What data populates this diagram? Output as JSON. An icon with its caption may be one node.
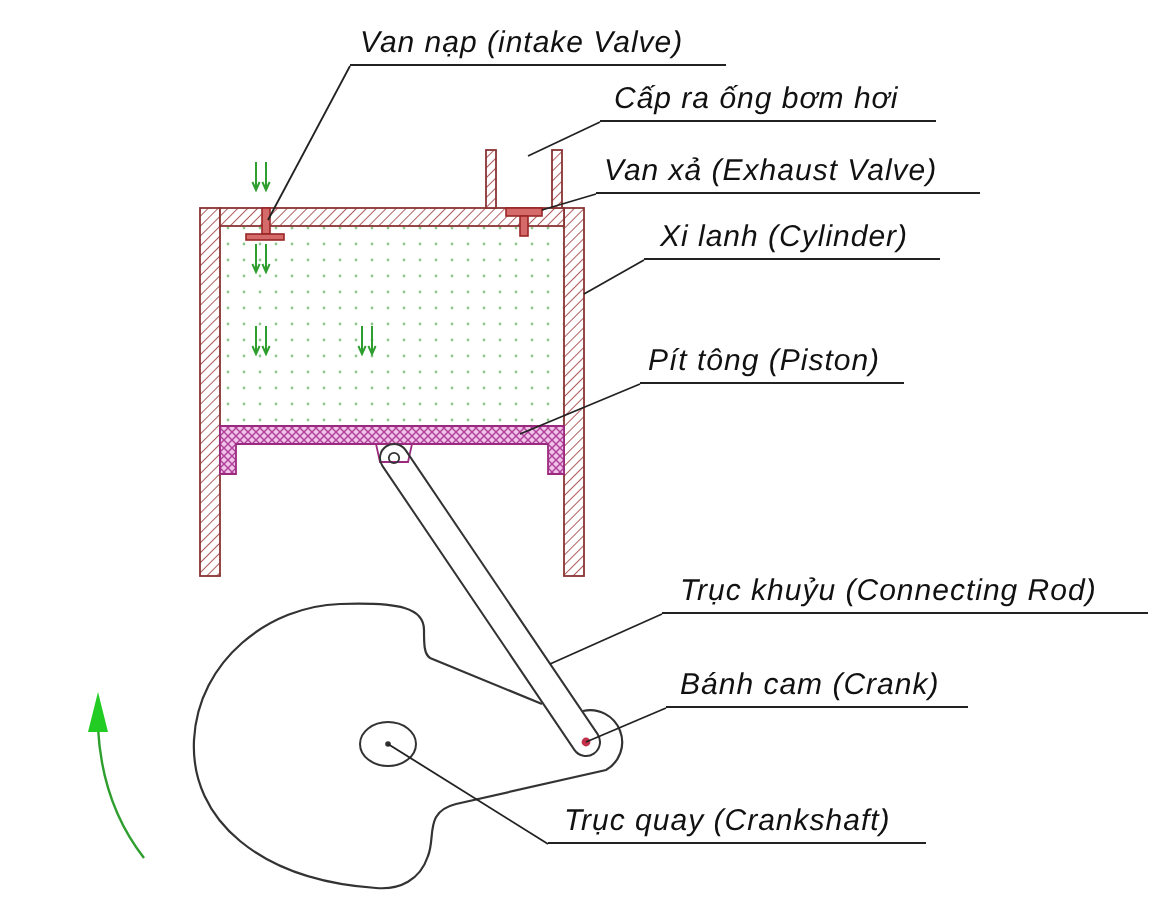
{
  "diagram": {
    "nodes": [
      {
        "text": [
          "Van nạp (intake Valve)"
        ]
      },
      {
        "text": [
          "Cấp ra ống bơm hơi"
        ]
      },
      {
        "text": [
          "Van xả (Exhaust Valve)"
        ]
      },
      {
        "text": [
          "Xi lanh (Cylinder)"
        ]
      },
      {
        "text": [
          "Pít tông (Piston)"
        ]
      },
      {
        "text": [
          "Trục khuỷu (Connecting Rod)"
        ]
      },
      {
        "text": [
          "Bánh cam (Crank)"
        ]
      },
      {
        "text": [
          "Trục quay (Crankshaft)"
        ]
      },
      {
        "text": [],
        "shape": "picture"
      },
      {
        "text": [],
        "shape": "picture",
        "in": 8
      },
      {
        "text": [],
        "shape": "picture"
      },
      {
        "text": [],
        "shape": "picture",
        "in": 8
      },
      {
        "text": [],
        "shape": "picture",
        "in": 8
      },
      {
        "text": [],
        "shape": "picture"
      },
      {
        "text": [],
        "shape": "picture"
      },
      {
        "text": [],
        "shape": "picture",
        "in": 14
      }
    ],
    "edges": [
      {
        "from": 0,
        "to": 9,
        "arrow": "none"
      },
      {
        "from": 1,
        "to": 10,
        "arrow": "none"
      },
      {
        "from": 2,
        "to": 11,
        "arrow": "none"
      },
      {
        "from": 3,
        "to": 8,
        "arrow": "none"
      },
      {
        "from": 4,
        "to": 12,
        "arrow": "none"
      },
      {
        "from": 5,
        "to": 13,
        "arrow": "none"
      },
      {
        "from": 6,
        "to": 14,
        "arrow": "none"
      },
      {
        "from": 7,
        "to": 15,
        "arrow": "none"
      }
    ]
  }
}
